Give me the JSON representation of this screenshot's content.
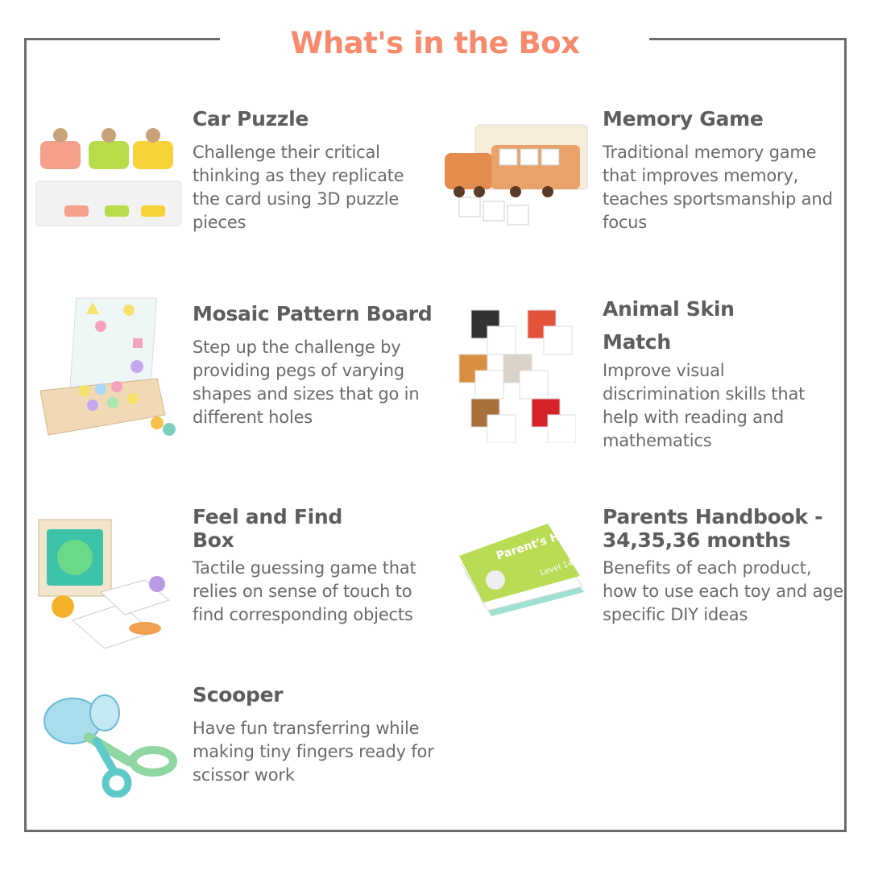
{
  "title": "What's in the Box",
  "items": [
    {
      "name": "Car Puzzle",
      "description": "Challenge their critical thinking as they replicate the card using 3D puzzle pieces"
    },
    {
      "name": "Memory Game",
      "description": "Traditional memory game that improves memory, teaches sportsmanship and focus"
    },
    {
      "name": "Mosaic Pattern Board",
      "description": "Step up the challenge by providing pegs of varying shapes and sizes that go in different holes"
    },
    {
      "name": "Animal Skin Match",
      "description": "Improve visual discrimination skills that help with reading and mathematics"
    },
    {
      "name": "Feel and Find Box",
      "description": "Tactile guessing game that relies on sense of touch to find corresponding objects"
    },
    {
      "name": "Parents Handbook - 34,35,36 months",
      "description": "Benefits of each product, how to use each toy and age specific DIY ideas"
    },
    {
      "name": "Scooper",
      "description": "Have fun transferring while making tiny fingers ready for scissor work"
    }
  ],
  "handbook_cover": {
    "title": "Parent's Handbook",
    "level": "Level 14"
  },
  "colors": {
    "title": "#f78a6c",
    "heading": "#5d5d5d",
    "body": "#6a6a6a",
    "frame": "#6b6b6b"
  }
}
